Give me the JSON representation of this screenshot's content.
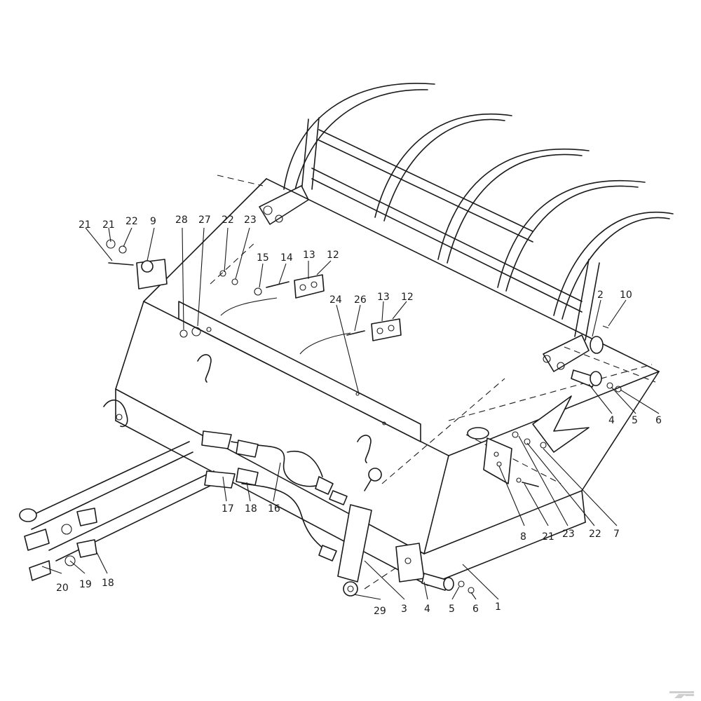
{
  "diagram": {
    "callouts": [
      "1",
      "2",
      "3",
      "4",
      "4",
      "5",
      "5",
      "6",
      "6",
      "7",
      "8",
      "9",
      "10",
      "12",
      "12",
      "13",
      "13",
      "14",
      "15",
      "16",
      "17",
      "18",
      "18",
      "19",
      "20",
      "21",
      "21",
      "21",
      "22",
      "22",
      "22",
      "23",
      "23",
      "24",
      "26",
      "27",
      "28",
      "29"
    ]
  },
  "style": {
    "ink": "#1a1a1a",
    "background": "#ffffff",
    "watermark": "#cfcfcf"
  },
  "watermark": {
    "icon": "k-logo-icon"
  }
}
